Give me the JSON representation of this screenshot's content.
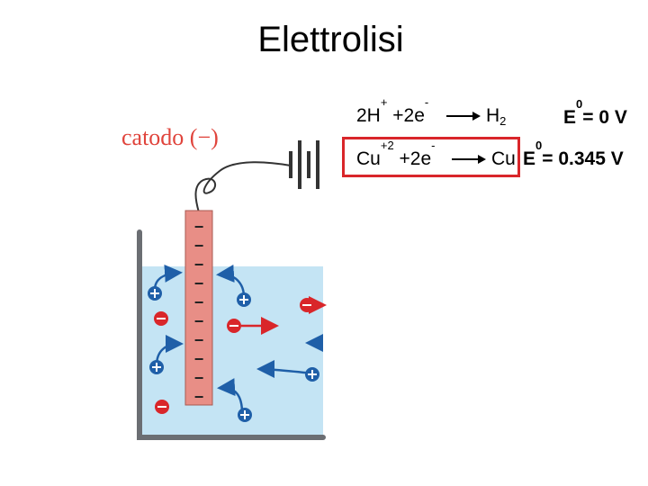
{
  "title": "Elettrolisi",
  "cathode_label": "catodo (−)",
  "reactions": [
    {
      "reactant1": "2H",
      "reactant1_sup": "+",
      "reactant2": " +2e",
      "reactant2_sup": "-",
      "product": "H",
      "product_sub": "2",
      "potential_label": "E",
      "potential_sup": "0",
      "potential_value": "= 0 V"
    },
    {
      "reactant1": "Cu",
      "reactant1_sup": "+2",
      "reactant2": " +2e",
      "reactant2_sup": "-",
      "product": "Cu",
      "potential_label": "E",
      "potential_sup": "0",
      "potential_value": "= 0.345 V"
    }
  ],
  "electrode_signs": [
    "−",
    "−",
    "−",
    "−",
    "−",
    "−",
    "−",
    "−",
    "−",
    "−"
  ],
  "colors": {
    "solution": "#c4e4f4",
    "electrode": "#e88e86",
    "positive_ion": "#1f5fa8",
    "negative_ion": "#d9262a",
    "container": "#6b6e73",
    "highlight_box": "#d9262a"
  },
  "icons": [
    "battery-icon",
    "wire-icon",
    "cation-icon",
    "anion-icon",
    "migration-arrow-icon"
  ]
}
